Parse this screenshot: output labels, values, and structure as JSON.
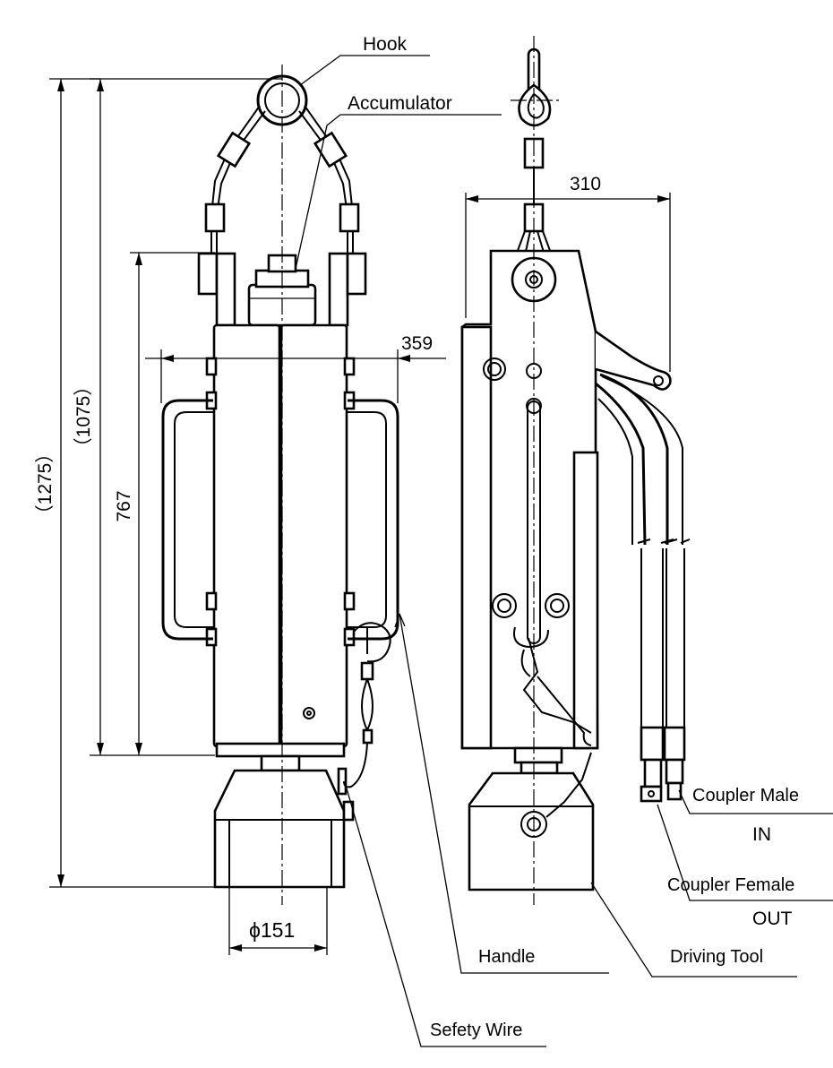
{
  "labels": {
    "hook": "Hook",
    "accumulator": "Accumulator",
    "coupler_male": "Coupler Male",
    "in": "IN",
    "coupler_female": "Coupler Female",
    "out": "OUT",
    "handle": "Handle",
    "driving_tool": "Driving Tool",
    "safety_wire": "Sefety Wire"
  },
  "dimensions": {
    "overall_height": "（1275）",
    "height_to_hook": "（1075）",
    "body_height": "767",
    "handle_width": "359",
    "side_width": "310",
    "diameter": "ϕ151"
  }
}
